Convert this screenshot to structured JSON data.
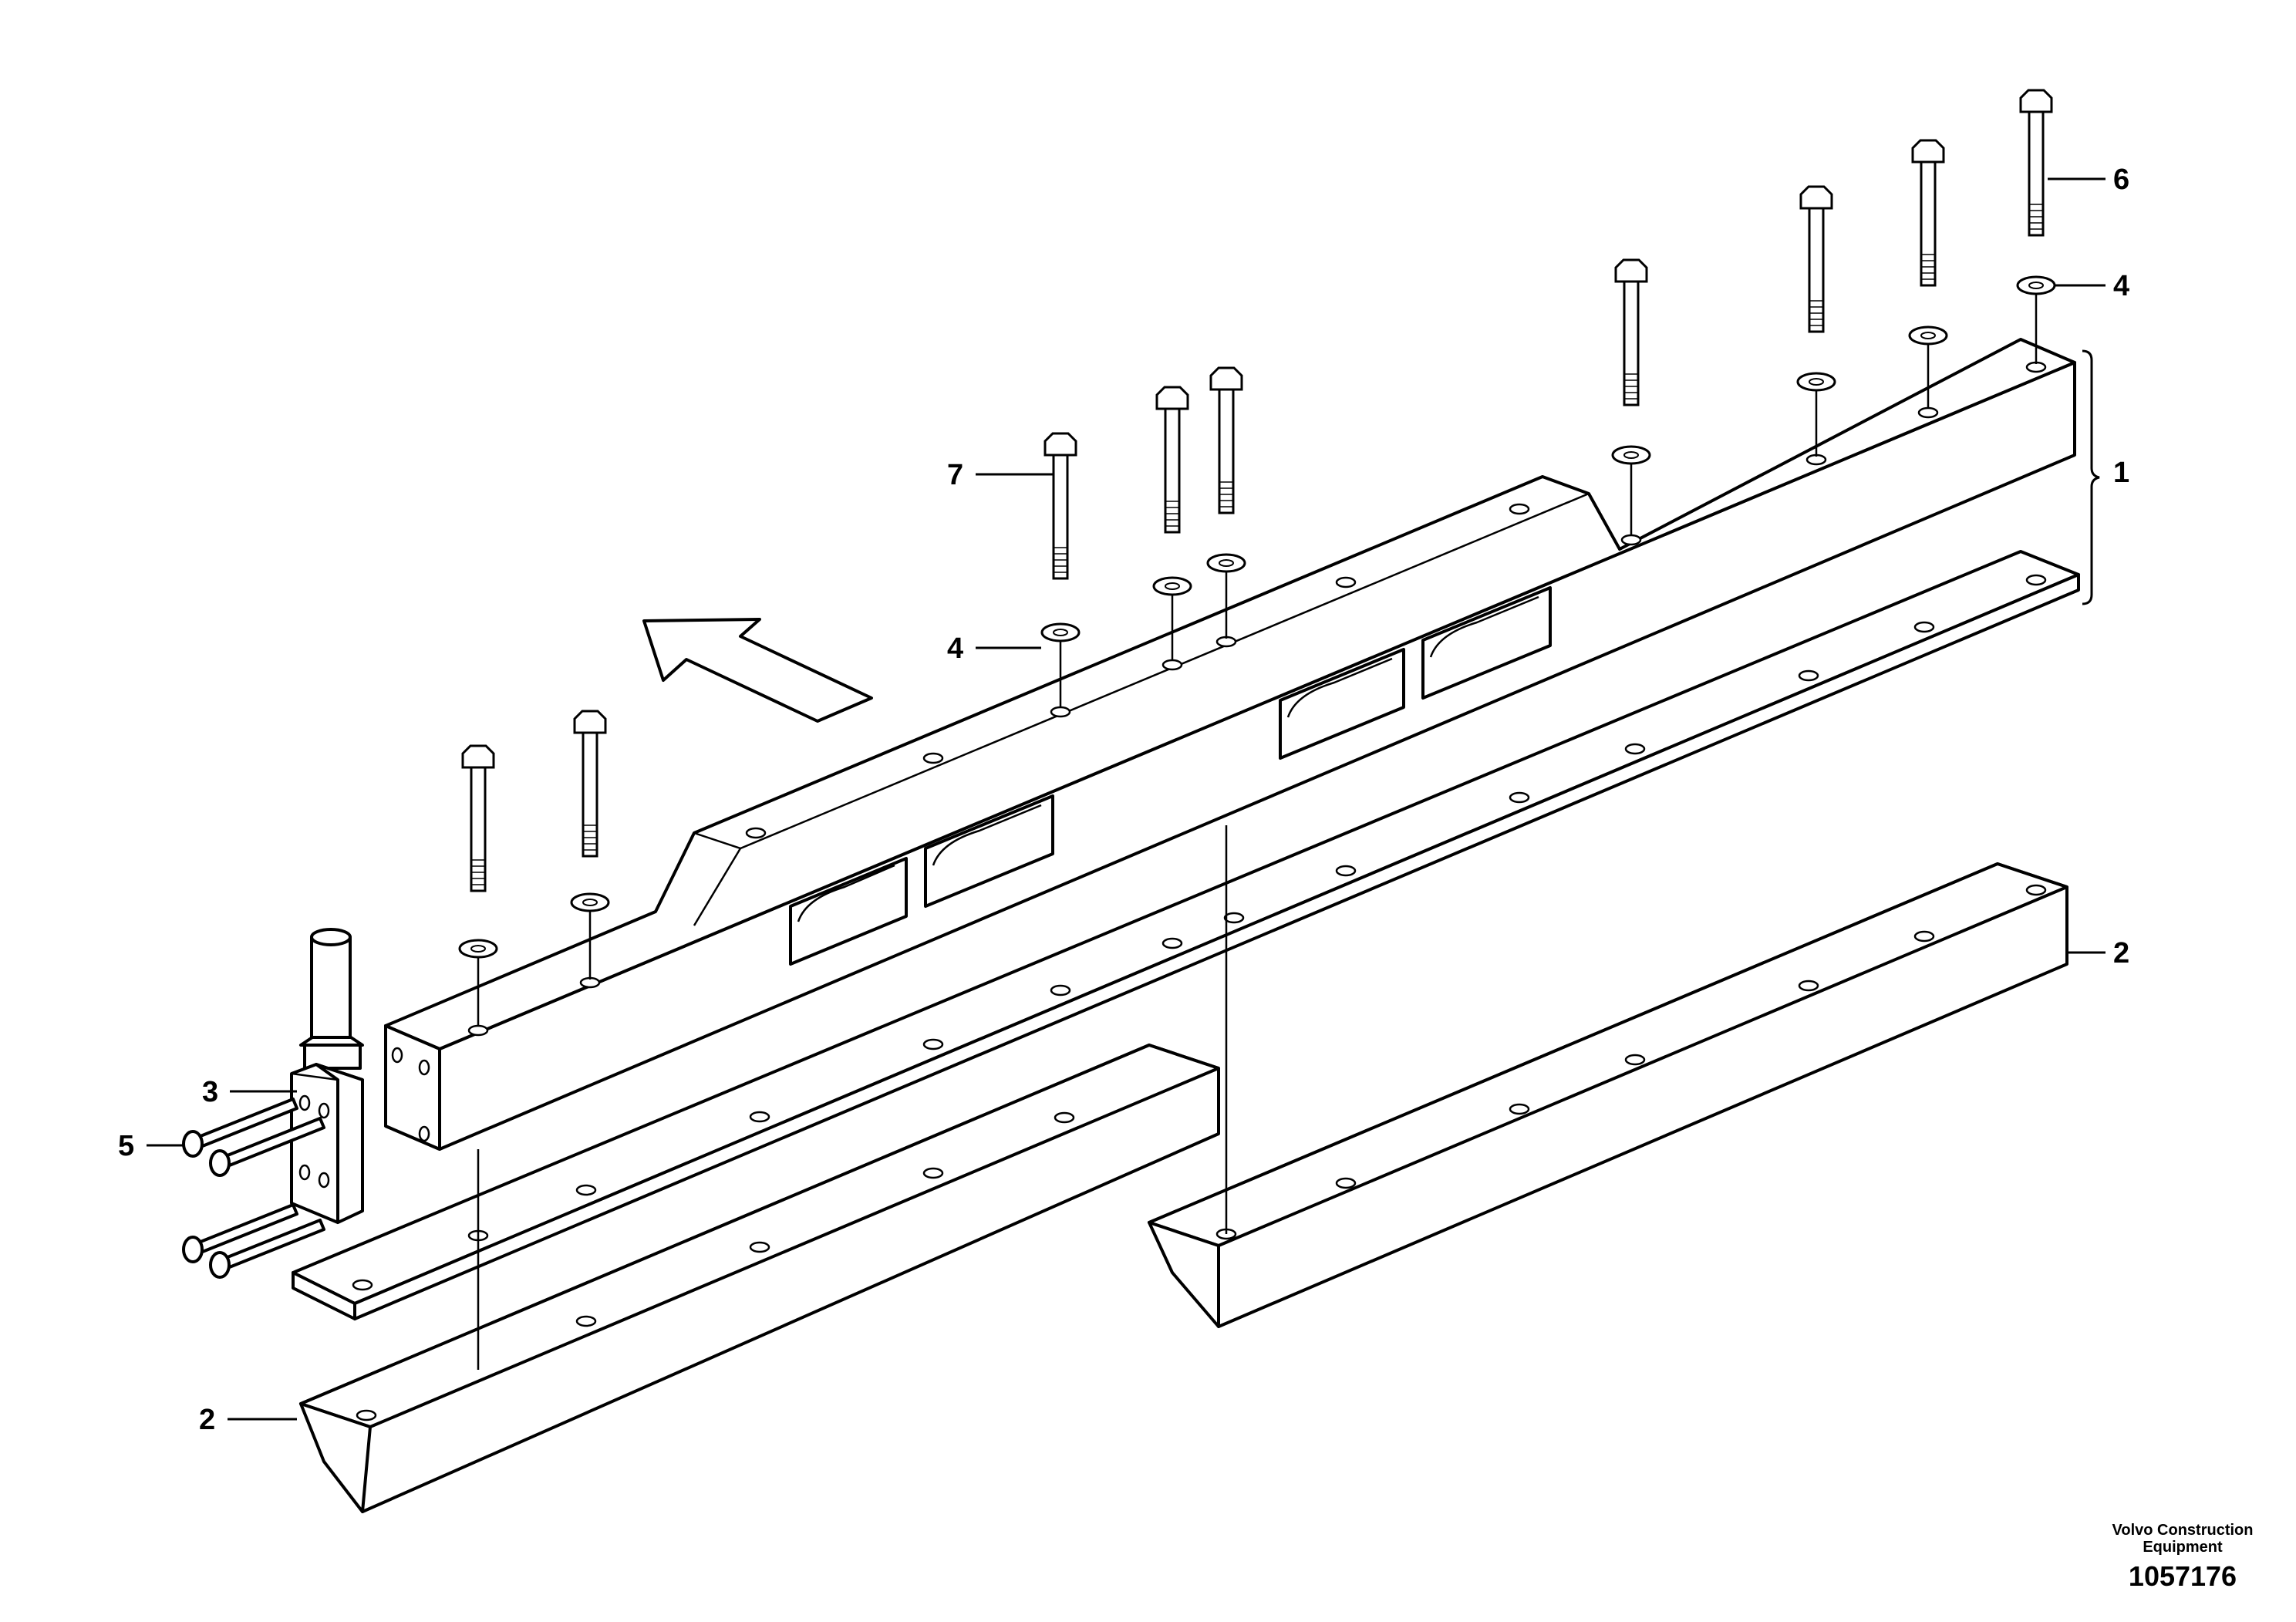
{
  "callouts": {
    "c1": "1",
    "c2_right": "2",
    "c2_left": "2",
    "c3": "3",
    "c4_top": "4",
    "c4_mid": "4",
    "c5": "5",
    "c6": "6",
    "c7": "7"
  },
  "footer": {
    "brand_line1": "Volvo Construction",
    "brand_line2": "Equipment",
    "drawing_number": "1057176"
  }
}
